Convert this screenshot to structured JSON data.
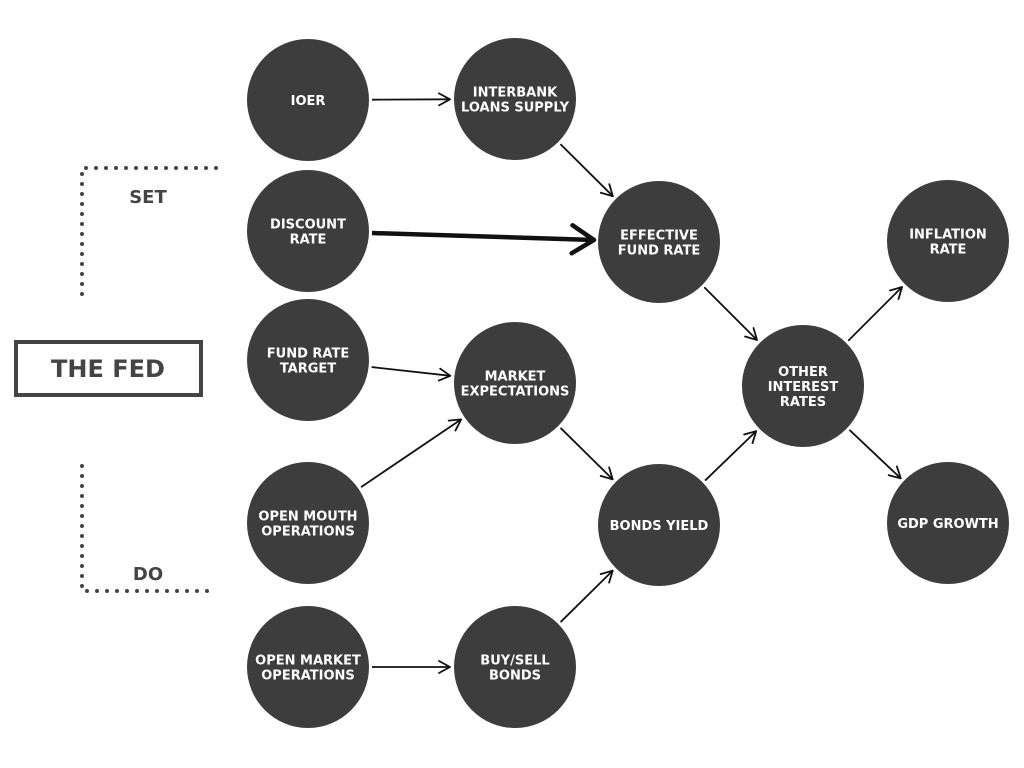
{
  "fed_label": "THE FED",
  "brackets": {
    "set_label": "SET",
    "do_label": "DO"
  },
  "nodes": [
    {
      "id": "ioer",
      "lines": [
        "IOER"
      ]
    },
    {
      "id": "interbank",
      "lines": [
        "INTERBANK",
        "LOANS SUPPLY"
      ]
    },
    {
      "id": "discount",
      "lines": [
        "DISCOUNT",
        "RATE"
      ]
    },
    {
      "id": "effective",
      "lines": [
        "EFFECTIVE",
        "FUND RATE"
      ]
    },
    {
      "id": "inflation",
      "lines": [
        "INFLATION",
        "RATE"
      ]
    },
    {
      "id": "target",
      "lines": [
        "FUND RATE",
        "TARGET"
      ]
    },
    {
      "id": "expectations",
      "lines": [
        "MARKET",
        "EXPECTATIONS"
      ]
    },
    {
      "id": "other",
      "lines": [
        "OTHER",
        "INTEREST",
        "RATES"
      ]
    },
    {
      "id": "mouth",
      "lines": [
        "OPEN MOUTH",
        "OPERATIONS"
      ]
    },
    {
      "id": "bonds",
      "lines": [
        "BONDS YIELD"
      ]
    },
    {
      "id": "gdp",
      "lines": [
        "GDP GROWTH"
      ]
    },
    {
      "id": "openmarket",
      "lines": [
        "OPEN MARKET",
        "OPERATIONS"
      ]
    },
    {
      "id": "buysell",
      "lines": [
        "BUY/SELL",
        "BONDS"
      ]
    }
  ],
  "edges": [
    {
      "from": "ioer",
      "to": "interbank"
    },
    {
      "from": "interbank",
      "to": "effective"
    },
    {
      "from": "discount",
      "to": "effective",
      "bold": true
    },
    {
      "from": "effective",
      "to": "other"
    },
    {
      "from": "other",
      "to": "inflation"
    },
    {
      "from": "target",
      "to": "expectations"
    },
    {
      "from": "mouth",
      "to": "expectations"
    },
    {
      "from": "expectations",
      "to": "bonds"
    },
    {
      "from": "bonds",
      "to": "other"
    },
    {
      "from": "other",
      "to": "gdp"
    },
    {
      "from": "openmarket",
      "to": "buysell"
    },
    {
      "from": "buysell",
      "to": "bonds"
    }
  ]
}
